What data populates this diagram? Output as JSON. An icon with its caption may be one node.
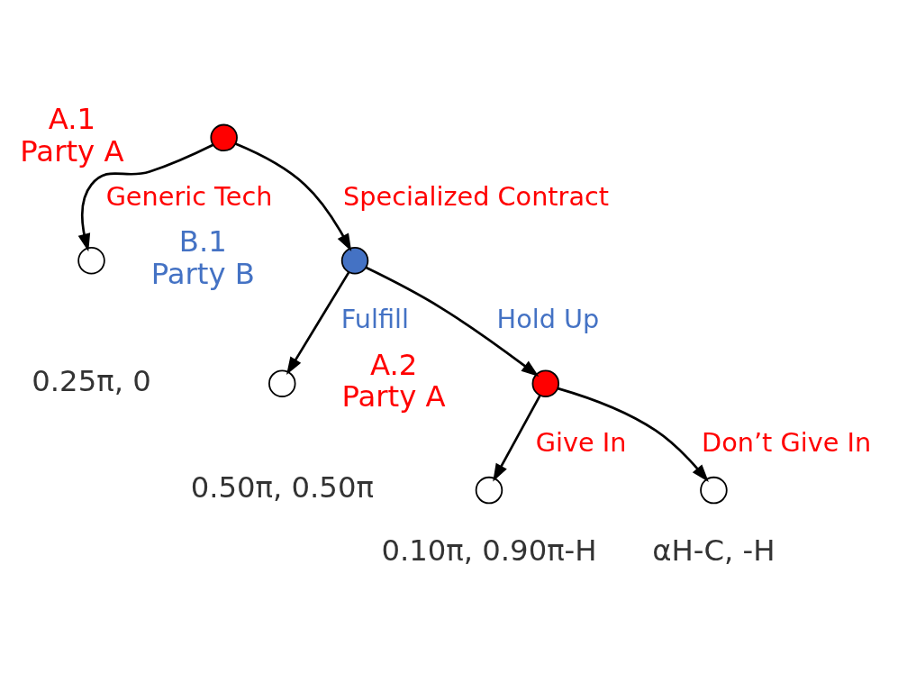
{
  "diagram": {
    "nodes": [
      {
        "text": [],
        "shape": "circle",
        "beside": [
          "A.1",
          "Party A"
        ]
      },
      {
        "text": [],
        "shape": "circle",
        "beside": [
          "0.25π, 0"
        ]
      },
      {
        "text": [],
        "shape": "circle",
        "beside": [
          "B.1",
          "Party B"
        ]
      },
      {
        "text": [],
        "shape": "circle",
        "beside": [
          "0.50π, 0.50π"
        ]
      },
      {
        "text": [],
        "shape": "circle",
        "beside": [
          "A.2",
          "Party A"
        ]
      },
      {
        "text": [],
        "shape": "circle",
        "beside": [
          "0.10π, 0.90π-H"
        ]
      },
      {
        "text": [],
        "shape": "circle",
        "beside": [
          "αH-C, -H"
        ]
      }
    ],
    "edges": [
      {
        "from": 0,
        "to": 1,
        "arrow": "to",
        "label": "Generic Tech"
      },
      {
        "from": 0,
        "to": 2,
        "arrow": "to",
        "label": "Specialized Contract"
      },
      {
        "from": 2,
        "to": 3,
        "arrow": "to",
        "label": "Fulfill"
      },
      {
        "from": 2,
        "to": 4,
        "arrow": "to",
        "label": "Hold Up"
      },
      {
        "from": 4,
        "to": 5,
        "arrow": "to",
        "label": "Give In"
      },
      {
        "from": 4,
        "to": 6,
        "arrow": "to",
        "label": "Don’t Give In"
      }
    ]
  }
}
